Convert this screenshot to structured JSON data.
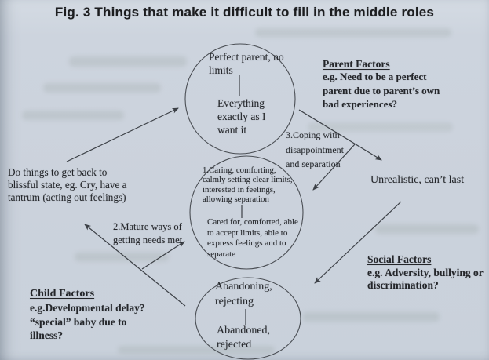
{
  "title": "Fig. 3 Things that make it difficult to fill in the middle roles",
  "nodes": {
    "top": {
      "state": [
        "Perfect parent, no",
        "limits"
      ],
      "result": [
        "Everything",
        "exactly as I",
        "want it"
      ]
    },
    "middle": {
      "state": [
        "1.Caring, comforting,",
        "calmly setting clear limits,",
        "interested in feelings,",
        "allowing separation"
      ],
      "result": [
        "Cared for, comforted, able",
        "to accept limits, able to",
        "express feelings and to",
        "separate"
      ]
    },
    "bottom": {
      "state": [
        "Abandoning,",
        "rejecting"
      ],
      "result": [
        "Abandoned,",
        "rejected"
      ]
    }
  },
  "labels": {
    "coping": [
      "3.Coping with",
      "disappointment",
      "and separation"
    ],
    "mature": [
      "2.Mature ways of",
      "getting needs met"
    ],
    "unrealistic": "Unrealistic, can’t last",
    "do_things": [
      "Do things to get back to",
      "blissful state, eg. Cry, have a",
      "tantrum (acting out feelings)"
    ]
  },
  "factors": {
    "parent": {
      "heading": "Parent Factors",
      "body": [
        "e.g. Need to be a perfect",
        "parent due to parent’s own",
        "bad experiences?"
      ]
    },
    "social": {
      "heading": "Social Factors",
      "body": [
        "e.g. Adversity, bullying or",
        "discrimination?"
      ]
    },
    "child": {
      "heading": "Child Factors",
      "body": [
        "e.g.Developmental delay?",
        "“special” baby due to",
        "illness?"
      ]
    }
  },
  "colors": {
    "paper": "#cbd2dc",
    "ink": "#24262a",
    "stroke": "#43474d"
  }
}
